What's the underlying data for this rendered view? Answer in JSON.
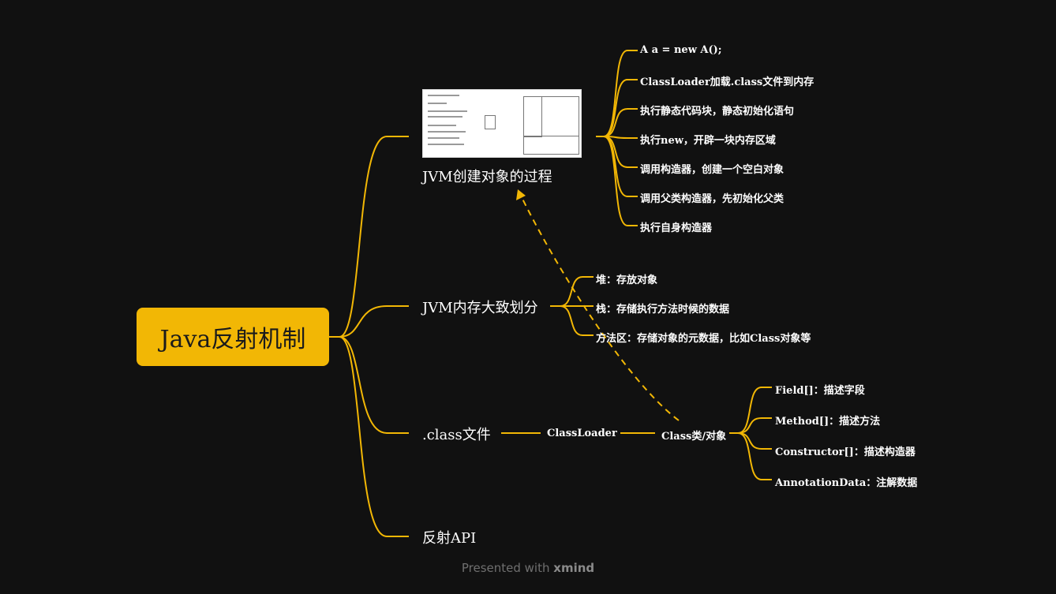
{
  "root": {
    "label": "Java反射机制"
  },
  "branches": [
    {
      "label": "JVM创建对象的过程",
      "children": [
        "A a = new A();",
        "ClassLoader加载.class文件到内存",
        "执行静态代码块，静态初始化语句",
        "执行new，开辟一块内存区域",
        "调用构造器，创建一个空白对象",
        "调用父类构造器，先初始化父类",
        "执行自身构造器"
      ]
    },
    {
      "label": "JVM内存大致划分",
      "children": [
        "堆：存放对象",
        "栈：存储执行方法时候的数据",
        "方法区：存储对象的元数据，比如Class对象等"
      ]
    },
    {
      "label": ".class文件",
      "chain": [
        "ClassLoader",
        "Class类/对象"
      ],
      "children": [
        "Field[]：描述字段",
        "Method[]：描述方法",
        "Constructor[]：描述构造器",
        "AnnotationData：注解数据"
      ]
    },
    {
      "label": "反射API"
    }
  ],
  "colors": {
    "background": "#111111",
    "accent": "#f2b705",
    "text": "#ffffff"
  },
  "footer": {
    "prefix": "Presented with",
    "brand": "xmind"
  }
}
